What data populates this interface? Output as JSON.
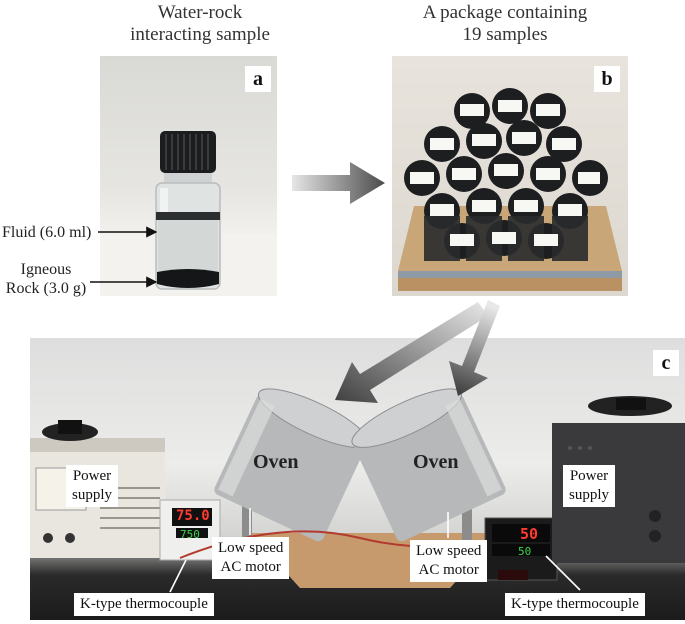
{
  "panel_a": {
    "caption_line1": "Water-rock",
    "caption_line2": "interacting sample",
    "tag": "a",
    "fluid_label": "Fluid (6.0 ml)",
    "rock_label_line1": "Igneous",
    "rock_label_line2": "Rock (3.0 g)"
  },
  "panel_b": {
    "caption_line1": "A package containing",
    "caption_line2": "19 samples",
    "tag": "b"
  },
  "panel_c": {
    "tag": "c",
    "oven_left": "Oven",
    "oven_right": "Oven",
    "power_left_line1": "Power",
    "power_left_line2": "supply",
    "power_right_line1": "Power",
    "power_right_line2": "supply",
    "motor_left_line1": "Low speed",
    "motor_left_line2": "AC motor",
    "motor_right_line1": "Low speed",
    "motor_right_line2": "AC motor",
    "thermo_left": "K-type thermocouple",
    "thermo_right": "K-type thermocouple",
    "display_left_top": "75.0",
    "display_left_bottom": "750",
    "display_right_top": "50",
    "display_right_bottom": "50"
  }
}
